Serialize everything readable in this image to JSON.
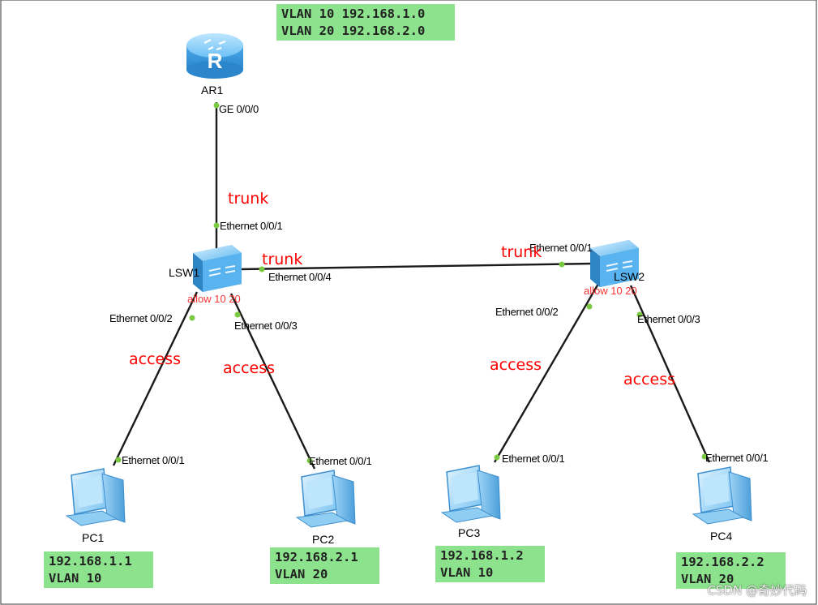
{
  "legend": {
    "line1": "VLAN 10 192.168.1.0",
    "line2": "VLAN 20 192.168.2.0"
  },
  "devices": {
    "ar1": "AR1",
    "lsw1": "LSW1",
    "lsw2": "LSW2",
    "pc1": "PC1",
    "pc2": "PC2",
    "pc3": "PC3",
    "pc4": "PC4"
  },
  "ports": {
    "ar1_ge": "GE 0/0/0",
    "lsw1_e1": "Ethernet 0/0/1",
    "lsw1_e2": "Ethernet 0/0/2",
    "lsw1_e3": "Ethernet 0/0/3",
    "lsw1_e4": "Ethernet 0/0/4",
    "lsw2_e1": "Ethernet 0/0/1",
    "lsw2_e2": "Ethernet 0/0/2",
    "lsw2_e3": "Ethernet 0/0/3",
    "pc1_e1": "Ethernet 0/0/1",
    "pc2_e1": "Ethernet 0/0/1",
    "pc3_e1": "Ethernet 0/0/1",
    "pc4_e1": "Ethernet 0/0/1"
  },
  "links": {
    "ar1_lsw1": "trunk",
    "lsw1_lsw2_left": "trunk",
    "lsw1_lsw2_right": "trunk",
    "lsw1_pc1": "access",
    "lsw1_pc2": "access",
    "lsw2_pc3": "access",
    "lsw2_pc4": "access"
  },
  "allow": {
    "lsw1": "allow 10 20",
    "lsw2": "allow 10 20"
  },
  "pc_info": {
    "pc1": {
      "ip": "192.168.1.1",
      "vlan": "VLAN 10"
    },
    "pc2": {
      "ip": "192.168.2.1",
      "vlan": "VLAN 20"
    },
    "pc3": {
      "ip": "192.168.1.2",
      "vlan": "VLAN 10"
    },
    "pc4": {
      "ip": "192.168.2.2",
      "vlan": "VLAN 20"
    }
  },
  "watermark": "CSDN @奇妙代码",
  "colors": {
    "info_box": "#8de28d",
    "link_type_text": "#ff0000",
    "port_dot": "#7ac943",
    "device_blue": "#4aa8e8"
  },
  "icons": {
    "router": "router-icon",
    "switch": "switch-icon",
    "pc": "pc-icon"
  }
}
